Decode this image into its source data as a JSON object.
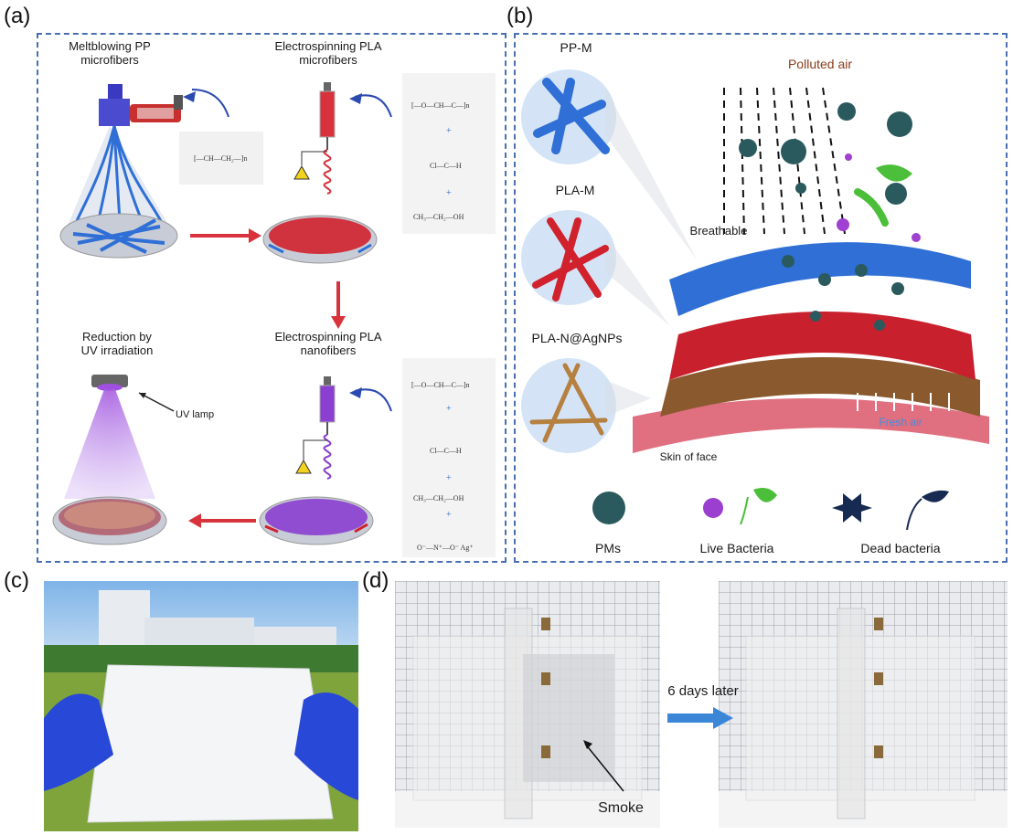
{
  "panels": {
    "a": "(a)",
    "b": "(b)",
    "c": "(c)",
    "d": "(d)"
  },
  "panel_a": {
    "meltblowing_label": "Meltblowing PP\nmicrofibers",
    "electrospin_micro_label": "Electrospinning PLA\nmicrofibers",
    "electrospin_nano_label": "Electrospinning PLA\nnanofibers",
    "reduction_label": "Reduction by\nUV irradiation",
    "uv_lamp_label": "UV lamp"
  },
  "panel_b": {
    "pp_m": "PP-M",
    "pla_m": "PLA-M",
    "pla_n": "PLA-N@AgNPs",
    "polluted_air": "Polluted air",
    "breathable": "Breathable",
    "fresh_air": "Fresh air",
    "skin": "Skin of face",
    "legend_pms": "PMs",
    "legend_live": "Live Bacteria",
    "legend_dead": "Dead bacteria"
  },
  "panel_d": {
    "days_later": "6 days later",
    "smoke": "Smoke"
  },
  "colors": {
    "frame": "#4a6fb0",
    "arrow_red": "#d8323c",
    "pp_blue": "#2f6fd6",
    "pla_red": "#d0212d",
    "ag_brown": "#b58040",
    "uv_purple": "#8a3fd0",
    "skin": "#e07080"
  }
}
